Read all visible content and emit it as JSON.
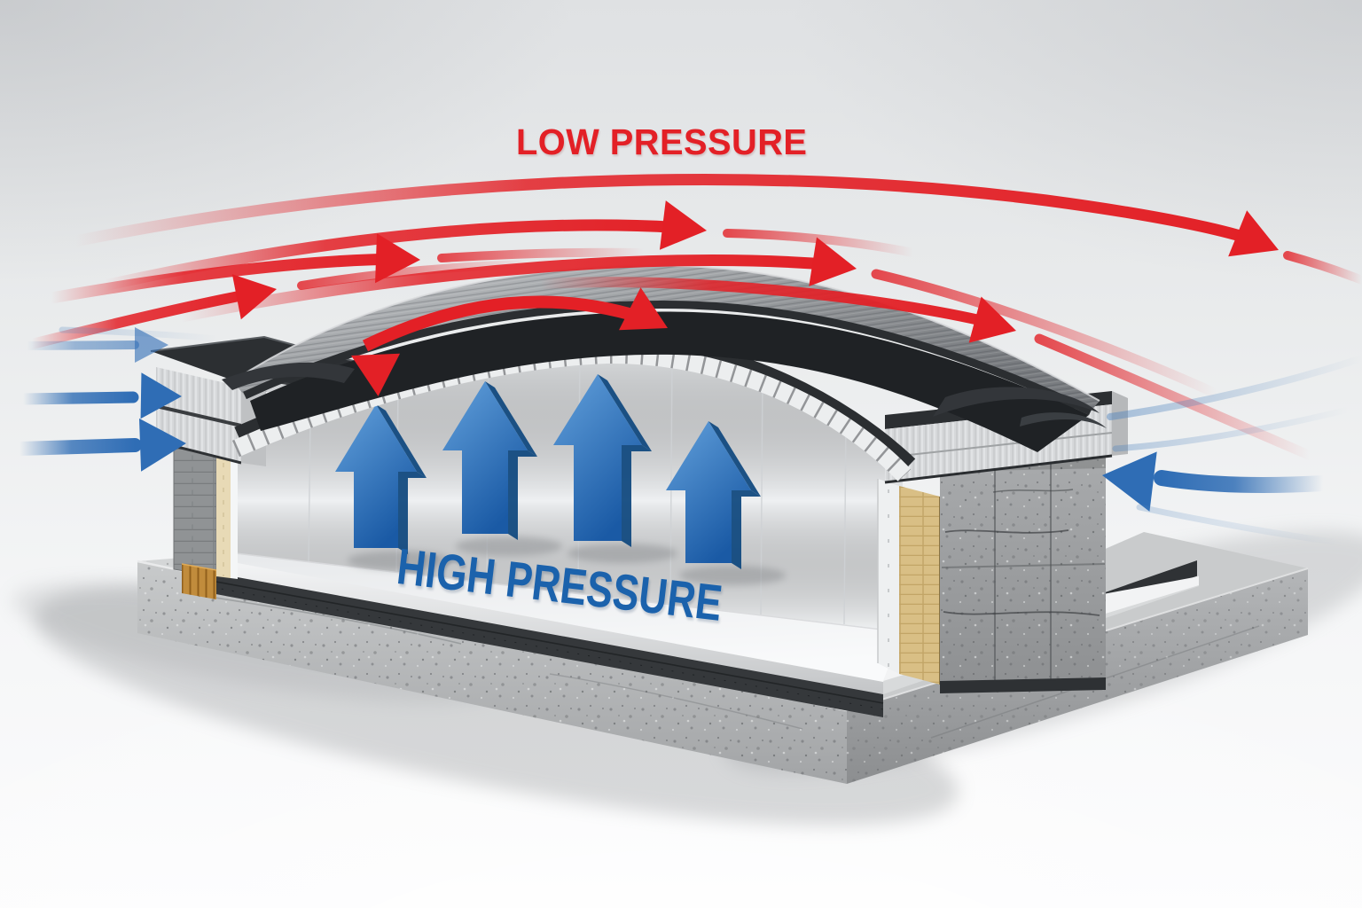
{
  "labels": {
    "low_pressure": "LOW PRESSURE",
    "high_pressure": "HIGH PRESSURE"
  },
  "colors": {
    "low_pressure_red": "#e32026",
    "high_pressure_blue": "#1b62ac",
    "airflow_red": "#e32026",
    "airflow_blue": "#2f6db5",
    "uplift_arrow_blue": "#2a6cb3",
    "roof_membrane_grey": "#9a9da1",
    "membrane_underside_dark": "#212427",
    "fascia_silver": "#d6d8da",
    "concrete_grey": "#a8aaac",
    "insulation_band_dark": "#35383b",
    "masonry_block_grey": "#8f9294",
    "brick_tan": "#d9bf85",
    "wood_blocking_tan": "#c18c3c",
    "background_grey": "#e7e9ea"
  },
  "diagram": {
    "type": "wind-uplift-roof-cross-section",
    "elements": [
      "red suction airflow streamlines over billowing roof membrane",
      "red reverse-flow double arrow under lifted membrane",
      "blue wind infiltration arrows at left wall",
      "blue wind infiltration arrow at right wall",
      "four blue high-pressure uplift arrows inside building",
      "cutaway building: concrete foundation slab, masonry walls, metal fascia, steel deck"
    ]
  }
}
